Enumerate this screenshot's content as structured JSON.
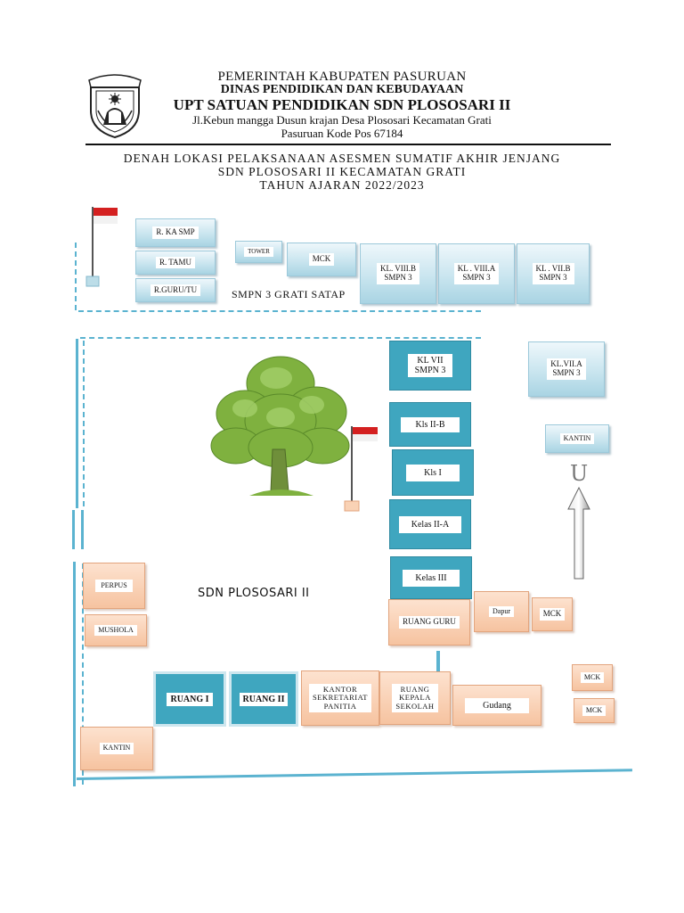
{
  "header": {
    "line1": "PEMERINTAH KABUPATEN PASURUAN",
    "line2": "DINAS PENDIDIKAN DAN KEBUDAYAAN",
    "line3": "UPT SATUAN PENDIDIKAN SDN PLOSOSARI II",
    "line4": "Jl.Kebun mangga Dusun krajan Desa Plososari  Kecamatan Grati",
    "line5": "Pasuruan Kode Pos 67184"
  },
  "title": {
    "line1": "DENAH LOKASI PELAKSANAAN ASESMEN SUMATIF AKHIR JENJANG",
    "line2": "SDN PLOSOSARI II KECAMATAN GRATI",
    "line3": "TAHUN AJARAN 2022/2023"
  },
  "colors": {
    "light_blue": "#c9e5ef",
    "teal": "#3fa6bf",
    "peach": "#f6c3a0",
    "line": "#5bb3d0",
    "flag_red": "#d42020"
  },
  "smp": {
    "area_label": "SMPN 3 GRATI SATAP",
    "r_ka_smp": "R. KA SMP",
    "r_tamu": "R. TAMU",
    "r_guru_tu": "R.GURU/TU",
    "tower": "TOWER",
    "mck": "MCK",
    "kl_viii_b": "KL. VIII.B\nSMPN 3",
    "kl_viii_a": "KL . VIII.A\nSMPN 3",
    "kl_vii_b": "KL . VII.B\nSMPN 3"
  },
  "sd": {
    "area_label": "SDN PLOSOSARI II",
    "kl_vii_smpn3": "KL VII\nSMPN 3",
    "kl_vii_a": "KL.VII.A\nSMPN 3",
    "kantin_right": "KANTIN",
    "kls_ii_b": "Kls II-B",
    "kls_i": "Kls I",
    "kelas_ii_a": "Kelas II-A",
    "kelas_iii": "Kelas III",
    "ruang_guru": "RUANG GURU",
    "dapur": "Dapur",
    "mck_1": "MCK",
    "mck_2": "MCK",
    "mck_3": "MCK",
    "perpus": "PERPUS",
    "mushola": "MUSHOLA",
    "ruang_i": "RUANG I",
    "ruang_ii": "RUANG II",
    "kantor": "KANTOR\nSEKRETARIAT\nPANITIA",
    "ruang_kepala": "RUANG\nKEPALA\nSEKOLAH",
    "gudang": "Gudang",
    "kantin_left": "KANTIN",
    "north": "U"
  }
}
